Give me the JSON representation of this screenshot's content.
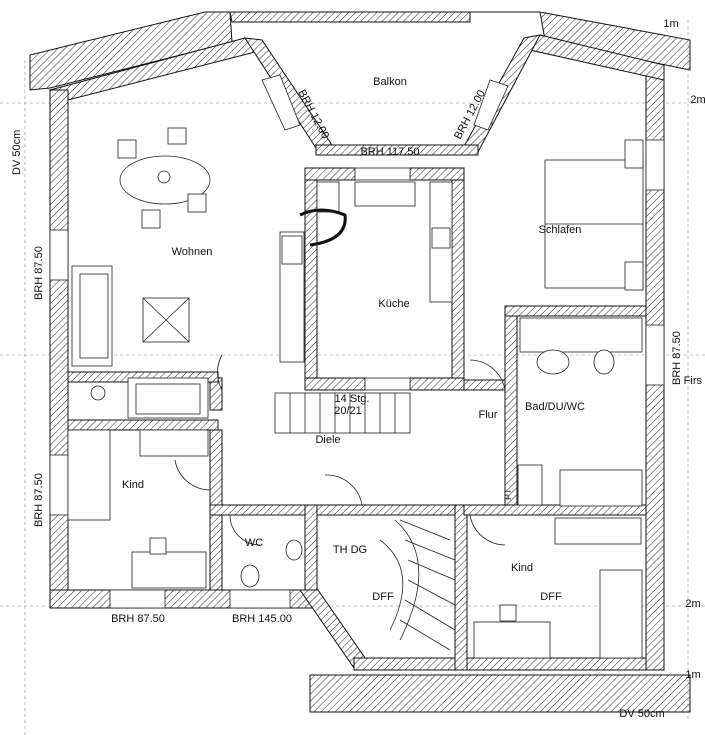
{
  "labels": {
    "balkon": "Balkon",
    "brh_balkon_left": "BRH 12.00",
    "brh_balkon_right": "BRH 12.00",
    "brh_kitchen": "BRH 117.50",
    "wohnen": "Wohnen",
    "kueche": "Küche",
    "schlafen": "Schlafen",
    "bad": "Bad/DU/WC",
    "flur": "Flur",
    "diele": "Diele",
    "stairs": "14 Stg.",
    "stairs_ratio": "20/21",
    "kind_left": "Kind",
    "kind_right": "Kind",
    "wc": "WC",
    "th_dg": "TH DG",
    "dff_mid": "DFF",
    "dff_right": "DFF",
    "brh_left_upper": "BRH 87.50",
    "brh_left_lower": "BRH 87.50",
    "brh_right": "BRH 87.50",
    "brh_bottom_left": "BRH 87.50",
    "brh_bottom_mid": "BRH 145.00",
    "dv_left": "DV 50cm",
    "dv_bottom": "DV 50cm",
    "m1_top": "1m",
    "m2_top": "2m",
    "m2_bottom": "2m",
    "m1_bottom": "1m",
    "first": "Firs",
    "pt": "PT"
  }
}
